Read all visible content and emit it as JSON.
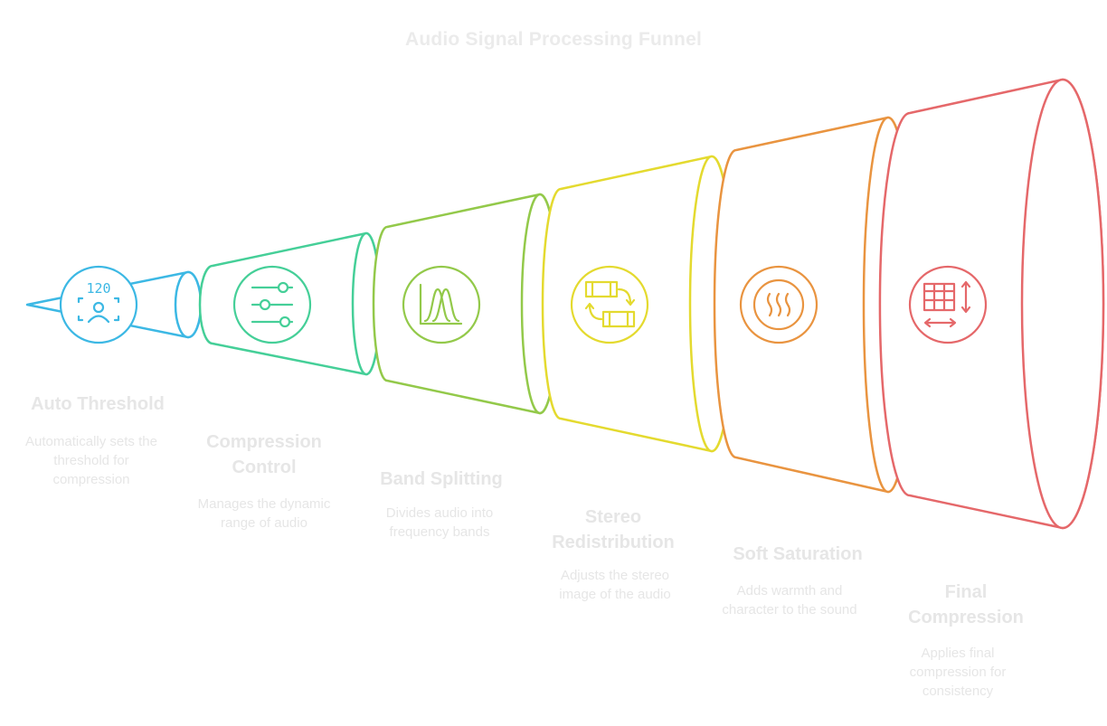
{
  "title": "Audio Signal Processing Funnel",
  "stages": [
    {
      "title": "Auto Threshold",
      "description": "Automatically sets the threshold for compression",
      "icon": "threshold-icon",
      "color": "#3cb8e4",
      "icon_text": "120"
    },
    {
      "title": "Compression Control",
      "description": "Manages the dynamic range of audio",
      "icon": "sliders-icon",
      "color": "#45cf98"
    },
    {
      "title": "Band Splitting",
      "description": "Divides audio into frequency bands",
      "icon": "frequency-bands-icon",
      "color": "#93c94a"
    },
    {
      "title": "Stereo Redistribution",
      "description": "Adjusts the stereo image of the audio",
      "icon": "swap-arrows-icon",
      "color": "#e4da2f"
    },
    {
      "title": "Soft Saturation",
      "description": "Adds warmth and character to the sound",
      "icon": "heat-waves-icon",
      "color": "#e99440"
    },
    {
      "title": "Final Compression",
      "description": "Applies final compression for consistency",
      "icon": "table-resize-icon",
      "color": "#e5686a"
    }
  ]
}
